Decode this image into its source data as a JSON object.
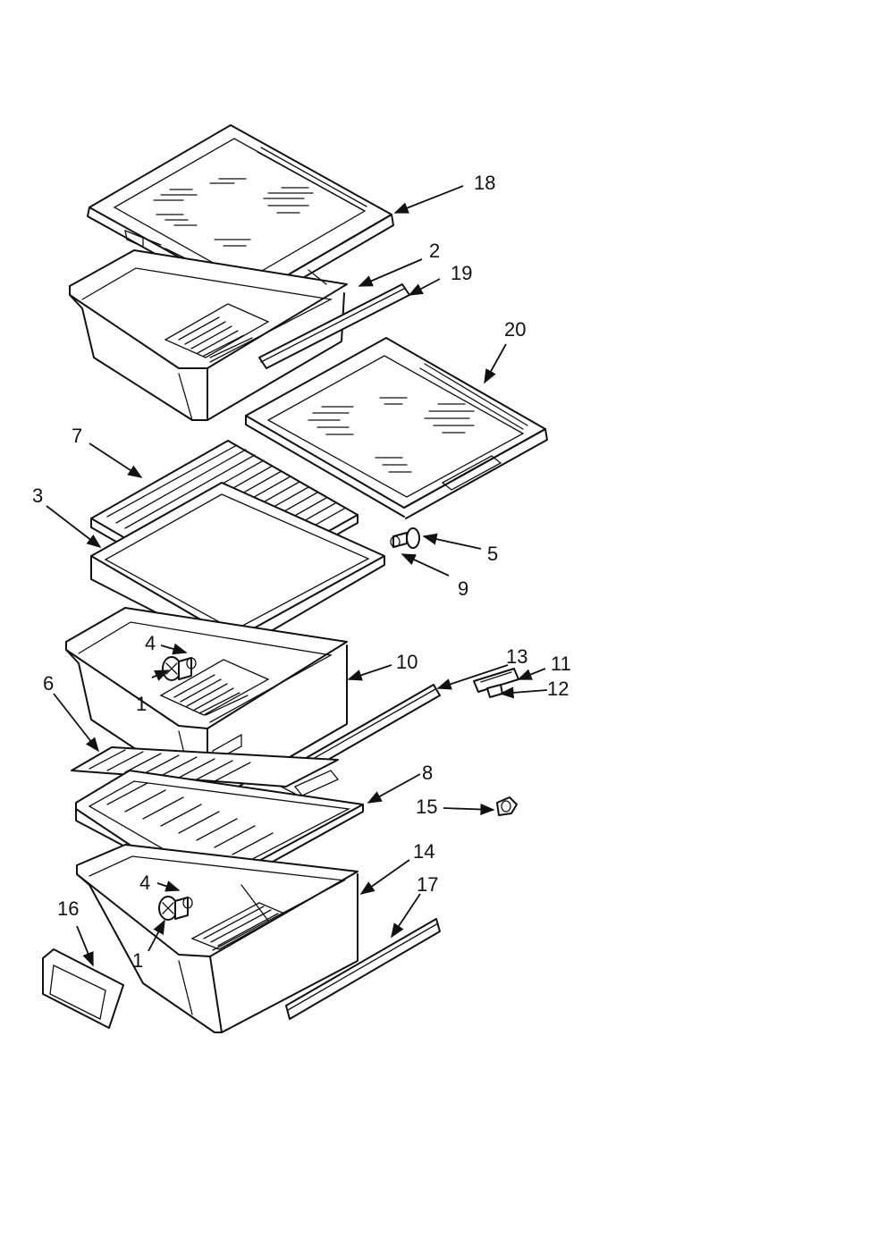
{
  "callouts": {
    "c18": "18",
    "c2": "2",
    "c19": "19",
    "c20": "20",
    "c7": "7",
    "c3": "3",
    "c5": "5",
    "c9": "9",
    "c4a": "4",
    "c10": "10",
    "c13": "13",
    "c11": "11",
    "c12": "12",
    "c1a": "1",
    "c6": "6",
    "c8": "8",
    "c15": "15",
    "c14": "14",
    "c4b": "4",
    "c17": "17",
    "c16": "16",
    "c1b": "1"
  }
}
